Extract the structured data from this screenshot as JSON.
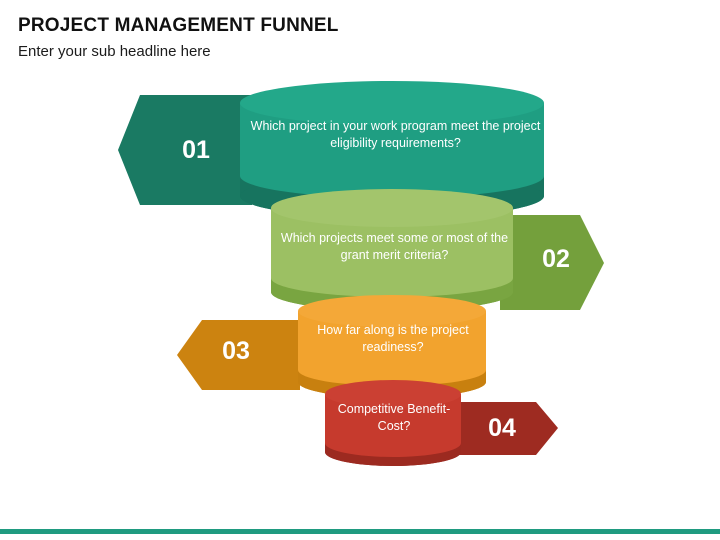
{
  "header": {
    "title": "PROJECT MANAGEMENT FUNNEL",
    "subtitle": "Enter your sub headline here"
  },
  "colors": {
    "accent_bar": "#1f9b80",
    "stage_1_fill": "#1f9e82",
    "stage_1_shadow": "#17745f",
    "stage_1_arrow": "#1a7a63",
    "stage_2_fill": "#9cc063",
    "stage_2_shadow": "#79a541",
    "stage_2_arrow": "#74a03c",
    "stage_3_fill": "#f2a32e",
    "stage_3_shadow": "#c8800f",
    "stage_3_arrow": "#cc8310",
    "stage_4_fill": "#c63a2d",
    "stage_4_shadow": "#9c2a20",
    "stage_4_arrow": "#9e2b21",
    "caption_text": "#ffffff",
    "title_text": "#111111"
  },
  "funnel": {
    "stages": [
      {
        "number": "01",
        "caption": "Which project in your work program meet the project eligibility requirements?",
        "arrow_direction": "left"
      },
      {
        "number": "02",
        "caption": "Which projects meet some or most of the grant merit criteria?",
        "arrow_direction": "right"
      },
      {
        "number": "03",
        "caption": "How far along is the project readiness?",
        "arrow_direction": "left"
      },
      {
        "number": "04",
        "caption": "Competitive Benefit-Cost?",
        "arrow_direction": "right"
      }
    ]
  }
}
